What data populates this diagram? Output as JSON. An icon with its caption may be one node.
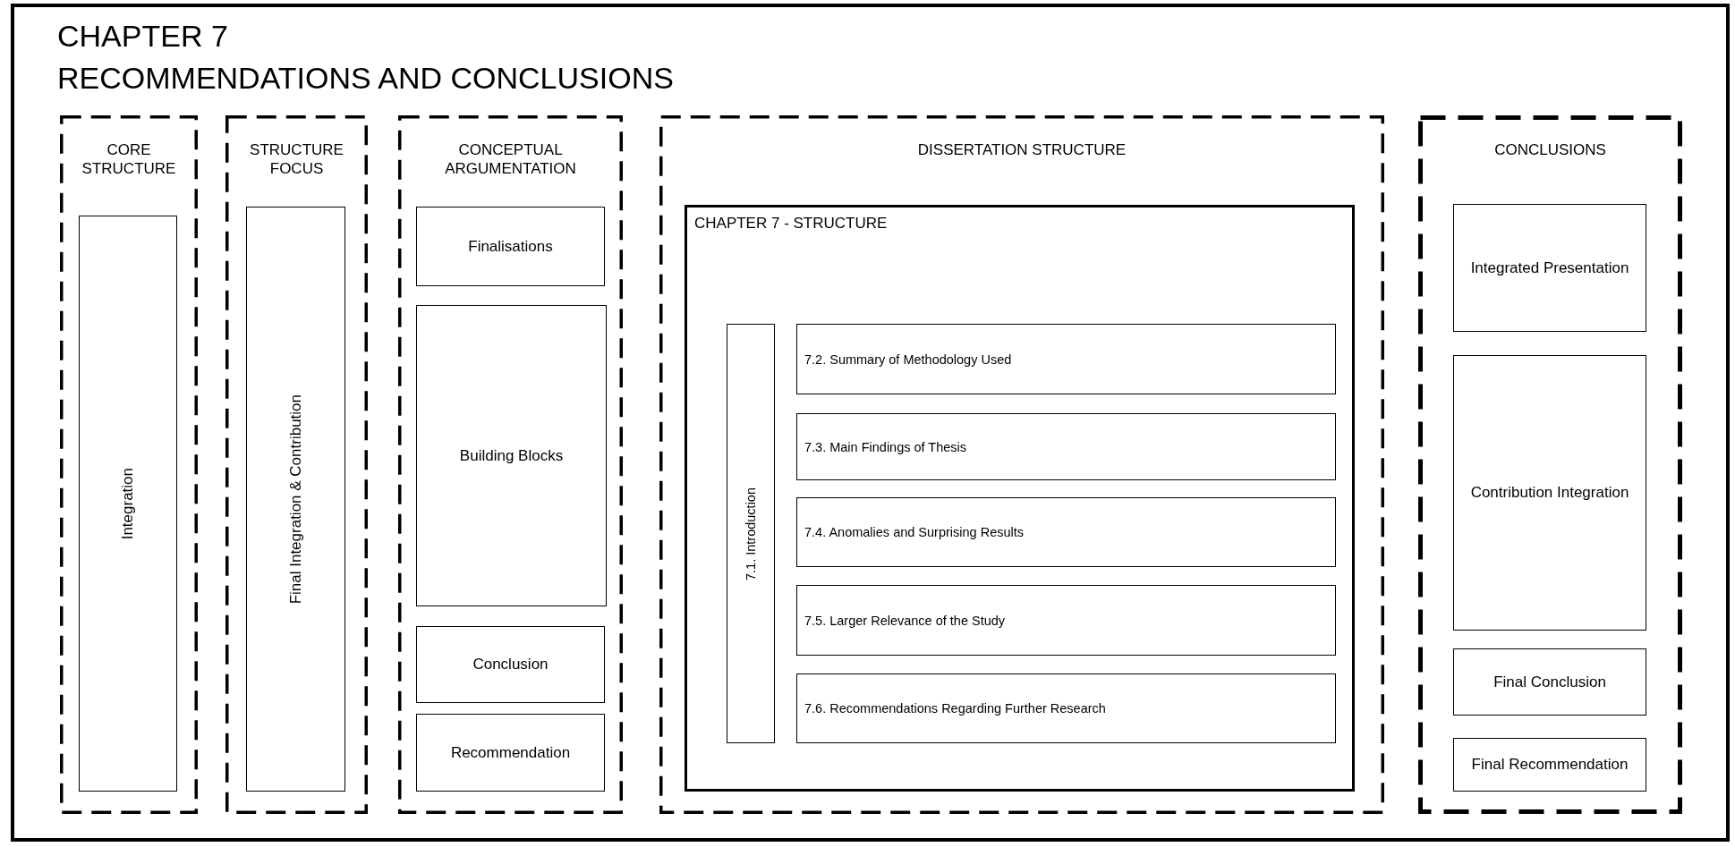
{
  "diagram": {
    "title": "CHAPTER 7",
    "nodes": [
      {
        "text": [
          "CORE STRUCTURE"
        ]
      },
      {
        "text": [
          "Integration"
        ],
        "in": 0
      },
      {
        "text": [
          "STRUCTURE FOCUS"
        ]
      },
      {
        "text": [
          "Final Integration & Contribution"
        ],
        "in": 2
      },
      {
        "text": [
          "CONCEPTUAL ARGUMENTATION"
        ]
      },
      {
        "text": [
          "Finalisations"
        ],
        "in": 4
      },
      {
        "text": [
          "Building Blocks"
        ],
        "in": 4
      },
      {
        "text": [
          "Conclusion"
        ],
        "in": 4
      },
      {
        "text": [
          "Recommendation"
        ],
        "in": 4
      },
      {
        "text": [
          "DISSERTATION STRUCTURE"
        ]
      },
      {
        "text": [
          "CHAPTER 7 - STRUCTURE"
        ],
        "in": 9
      },
      {
        "text": [
          "7.1.  Introduction"
        ],
        "in": 10
      },
      {
        "text": [
          "7.2. Summary of Methodology Used"
        ],
        "in": 10
      },
      {
        "text": [
          "7.3. Main Findings of Thesis"
        ],
        "in": 10
      },
      {
        "text": [
          "7.4. Anomalies and Surprising Results"
        ],
        "in": 10
      },
      {
        "text": [
          "7.5. Larger Relevance of the Study"
        ],
        "in": 10
      },
      {
        "text": [
          "7.6. Recommendations Regarding Further Research"
        ],
        "in": 10
      },
      {
        "text": [
          "CONCLUSIONS"
        ]
      },
      {
        "text": [
          "Integrated Presentation"
        ],
        "in": 17
      },
      {
        "text": [
          "Contribution Integration"
        ],
        "in": 17
      },
      {
        "text": [
          "Final Conclusion"
        ],
        "in": 17
      },
      {
        "text": [
          "Final Recommendation"
        ],
        "in": 17
      }
    ],
    "labels": [
      "RECOMMENDATIONS AND CONCLUSIONS"
    ]
  }
}
